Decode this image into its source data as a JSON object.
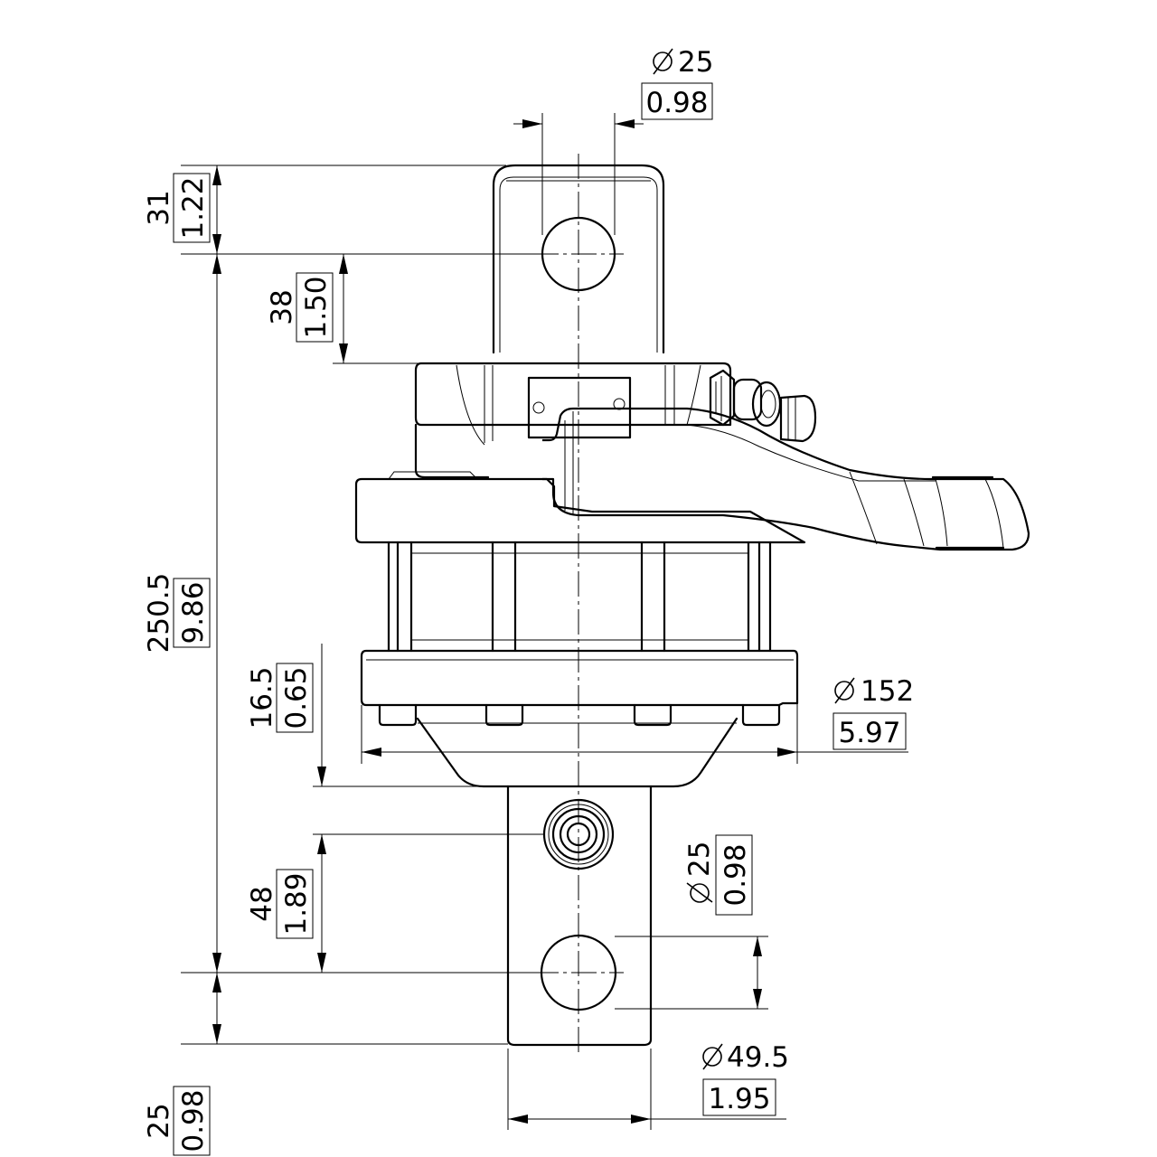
{
  "drawing": {
    "dimensions": [
      {
        "id": "top-pin-dia",
        "metric": "25",
        "imperial": "0.98",
        "diameter": true
      },
      {
        "id": "top-lug-height",
        "metric": "31",
        "imperial": "1.22",
        "diameter": false
      },
      {
        "id": "top-pin-offset",
        "metric": "38",
        "imperial": "1.50",
        "diameter": false
      },
      {
        "id": "overall-height",
        "metric": "250.5",
        "imperial": "9.86",
        "diameter": false
      },
      {
        "id": "flange-thickness",
        "metric": "16.5",
        "imperial": "0.65",
        "diameter": false
      },
      {
        "id": "flange-dia",
        "metric": "152",
        "imperial": "5.97",
        "diameter": true
      },
      {
        "id": "bottom-pin-dia",
        "metric": "25",
        "imperial": "0.98",
        "diameter": true
      },
      {
        "id": "port-to-pin",
        "metric": "48",
        "imperial": "1.89",
        "diameter": false
      },
      {
        "id": "shaft-dia",
        "metric": "49.5",
        "imperial": "1.95",
        "diameter": true
      },
      {
        "id": "bottom-lug-end",
        "metric": "25",
        "imperial": "0.98",
        "diameter": false
      }
    ]
  }
}
